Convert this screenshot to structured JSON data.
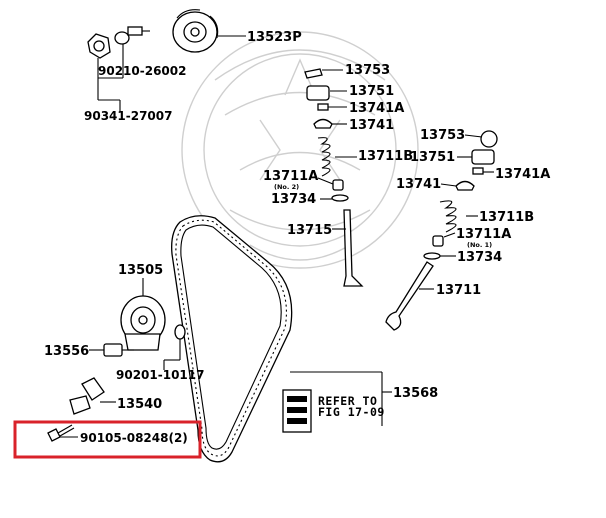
{
  "parts": {
    "p13523p": "13523P",
    "p90210_26002": "90210-26002",
    "p90341_27007": "90341-27007",
    "p13753_a": "13753",
    "p13751_a": "13751",
    "p13741a_a": "13741A",
    "p13741_a": "13741",
    "p13711b_a": "13711B",
    "p13711a_a": "13711A",
    "p13711a_a_note": "(No. 2)",
    "p13734_a": "13734",
    "p13715": "13715",
    "p13753_b": "13753",
    "p13751_b": "13751",
    "p13741a_b": "13741A",
    "p13741_b": "13741",
    "p13711b_b": "13711B",
    "p13711a_b": "13711A",
    "p13711a_b_note": "(No. 1)",
    "p13734_b": "13734",
    "p13711": "13711",
    "p13505": "13505",
    "p13556": "13556",
    "p90201_10117": "90201-10117",
    "p13540": "13540",
    "p13568": "13568",
    "p90105_08248": "90105-08248(2)"
  },
  "reference": {
    "line1": "REFER TO",
    "line2": "FIG 17-09"
  },
  "colors": {
    "highlight_box": "#d9222a",
    "ink": "#000000",
    "watermark": "#cfcfcf"
  }
}
